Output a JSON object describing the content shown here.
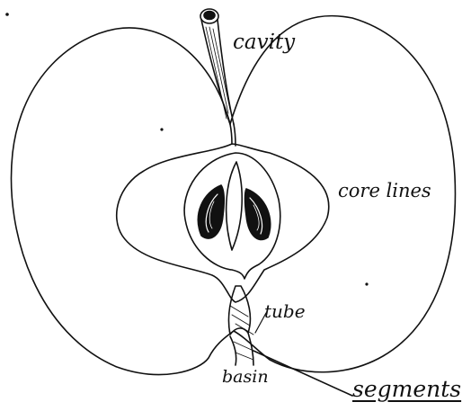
{
  "diagram": {
    "labels": {
      "cavity": "cavity",
      "core_lines": "core lines",
      "tube": "tube",
      "basin": "basin",
      "segments": "segments"
    },
    "colors": {
      "ink": "#111111",
      "paper": "#ffffff"
    }
  }
}
